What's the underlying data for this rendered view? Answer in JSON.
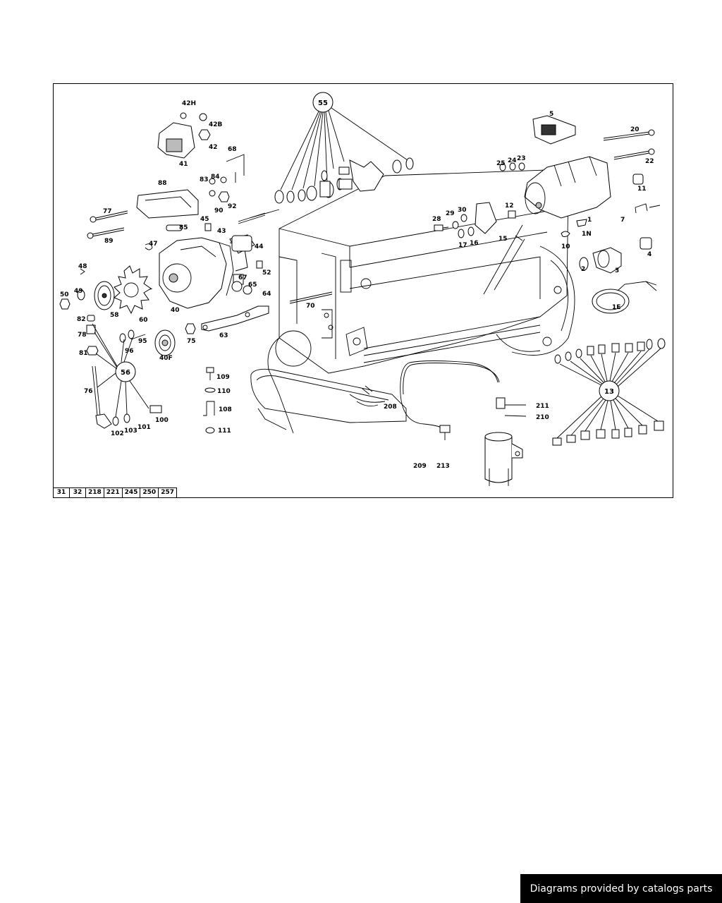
{
  "callouts": {
    "c55": "55",
    "c56": "56",
    "c13": "13"
  },
  "labels": {
    "l42H": "42H",
    "l42B": "42B",
    "l42": "42",
    "l41": "41",
    "l68": "68",
    "l88": "88",
    "l83": "83",
    "l84": "84",
    "l90": "90",
    "l92": "92",
    "l77": "77",
    "l89": "89",
    "l85": "85",
    "l45": "45",
    "l43": "43",
    "l47": "47",
    "l44": "44",
    "l48": "48",
    "l49": "49",
    "l50": "50",
    "l58": "58",
    "l60": "60",
    "l40": "40",
    "l67": "67",
    "l65": "65",
    "l64": "64",
    "l52": "52",
    "l82": "82",
    "l78": "78",
    "l81": "81",
    "l96": "96",
    "l95": "95",
    "l40F": "40F",
    "l75": "75",
    "l63": "63",
    "l70": "70",
    "l76": "76",
    "l102": "102",
    "l103": "103",
    "l101": "101",
    "l100": "100",
    "l109": "109",
    "l110": "110",
    "l108": "108",
    "l111": "111",
    "l5": "5",
    "l20": "20",
    "l22": "22",
    "l25": "25",
    "l24": "24",
    "l23": "23",
    "l11": "11",
    "l12": "12",
    "l28": "28",
    "l29": "29",
    "l30": "30",
    "l17": "17",
    "l16": "16",
    "l15": "15",
    "l7": "7",
    "l1": "1",
    "l1N": "1N",
    "l10": "10",
    "l2": "2",
    "l3": "3",
    "l4": "4",
    "l1E": "1E",
    "l208": "208",
    "l211": "211",
    "l210": "210",
    "l209": "209",
    "l213": "213"
  },
  "reference_pages": [
    "31",
    "32",
    "218",
    "221",
    "245",
    "250",
    "257"
  ],
  "credit": "Diagrams provided by catalogs parts"
}
